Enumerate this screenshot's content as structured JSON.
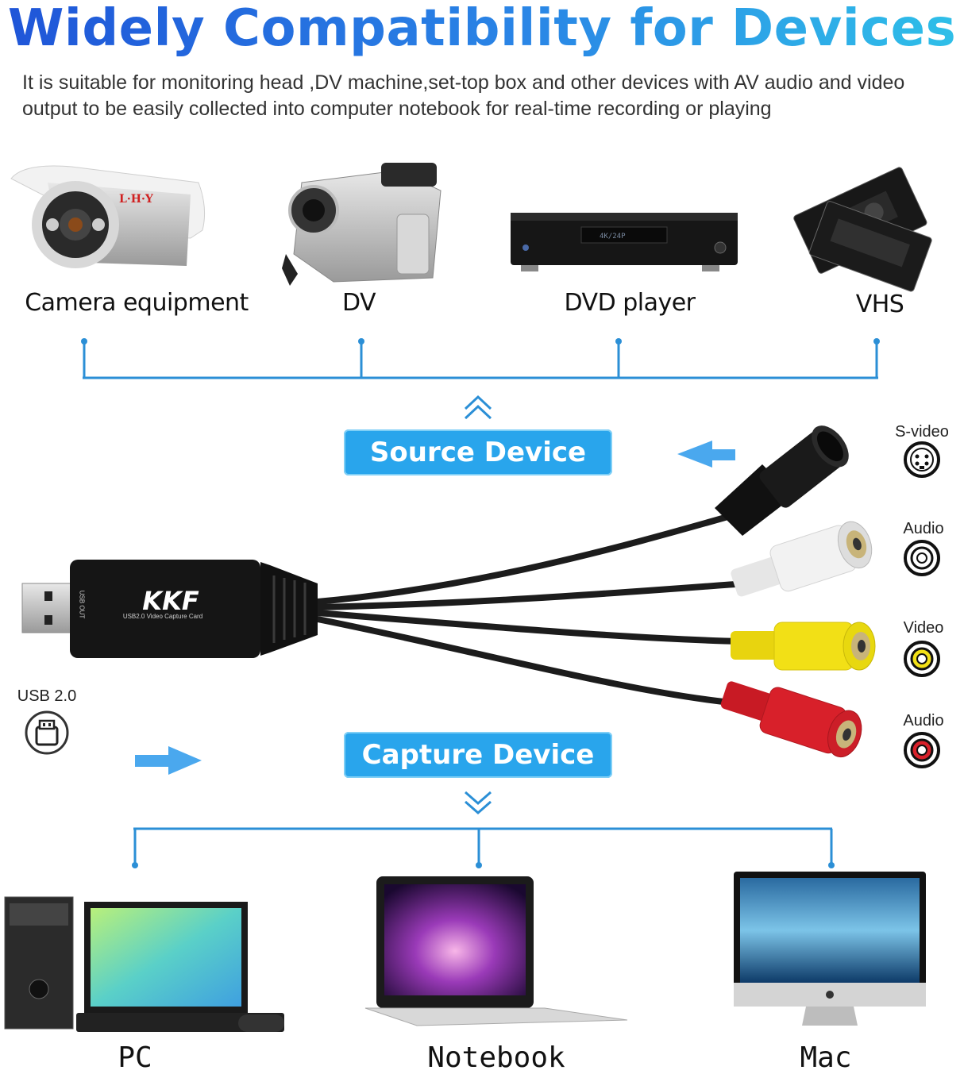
{
  "header": {
    "title": "Widely Compatibility for Devices",
    "subtitle": "It is suitable for monitoring head ,DV machine,set-top box and other devices with AV audio and video output to be easily collected into computer notebook for real-time recording or playing"
  },
  "source_devices": [
    {
      "label": "Camera equipment",
      "icon": "security-camera-icon"
    },
    {
      "label": "DV",
      "icon": "camcorder-icon"
    },
    {
      "label": "DVD player",
      "icon": "dvd-player-icon"
    },
    {
      "label": "VHS",
      "icon": "vhs-tapes-icon"
    }
  ],
  "source_badge": "Source Device",
  "capture_badge": "Capture Device",
  "ports": [
    {
      "label": "S-video",
      "icon": "s-video-port-icon"
    },
    {
      "label": "Audio",
      "icon": "audio-white-port-icon"
    },
    {
      "label": "Video",
      "icon": "video-yellow-port-icon"
    },
    {
      "label": "Audio",
      "icon": "audio-red-port-icon"
    }
  ],
  "usb": {
    "label": "USB 2.0",
    "icon": "usb-port-icon"
  },
  "device_brand": {
    "logo": "KKF",
    "caption": "USB2.0 Video Capture Card",
    "port_text": "USB OUT"
  },
  "targets": [
    {
      "label": "PC",
      "icon": "desktop-pc-icon"
    },
    {
      "label": "Notebook",
      "icon": "laptop-icon"
    },
    {
      "label": "Mac",
      "icon": "imac-icon"
    }
  ],
  "colors": {
    "accent": "#29a5ec",
    "line": "#2b8fd6",
    "title_start": "#1f55d8",
    "title_end": "#2fc0e8",
    "rca_white": "#eeeeee",
    "rca_yellow": "#f2e016",
    "rca_red": "#d8202a"
  }
}
